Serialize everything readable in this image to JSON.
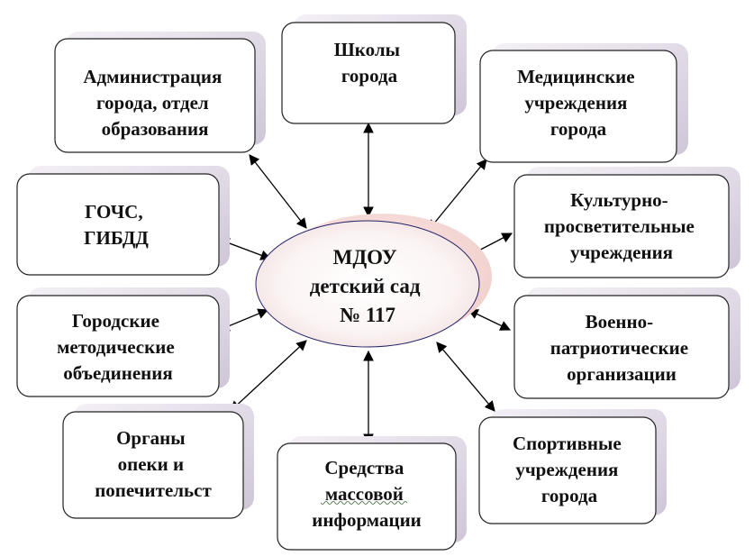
{
  "center": {
    "lines": [
      "МДОУ",
      "детский сад",
      "№ 117"
    ]
  },
  "nodes": [
    {
      "id": "administration",
      "lines": [
        "Администрация",
        "города, отдел",
        "образования"
      ]
    },
    {
      "id": "schools",
      "lines": [
        "Школы",
        "города"
      ]
    },
    {
      "id": "medical",
      "lines": [
        "Медицинские",
        "учреждения",
        "города"
      ]
    },
    {
      "id": "gochs",
      "lines": [
        "ГОЧС,",
        "ГИБДД"
      ]
    },
    {
      "id": "cultural",
      "lines": [
        "Культурно-",
        "просветительные",
        "учреждения"
      ]
    },
    {
      "id": "methodical",
      "lines": [
        "Городские",
        "методические",
        "объединения"
      ]
    },
    {
      "id": "military",
      "lines": [
        "Военно-",
        "патриотические",
        "организации"
      ]
    },
    {
      "id": "guardianship",
      "lines": [
        "Органы",
        "опеки и",
        "попечительст"
      ]
    },
    {
      "id": "media",
      "lines": [
        "Средства",
        "массовой",
        "информации"
      ]
    },
    {
      "id": "sports",
      "lines": [
        "Спортивные",
        "учреждения",
        "города"
      ]
    }
  ]
}
